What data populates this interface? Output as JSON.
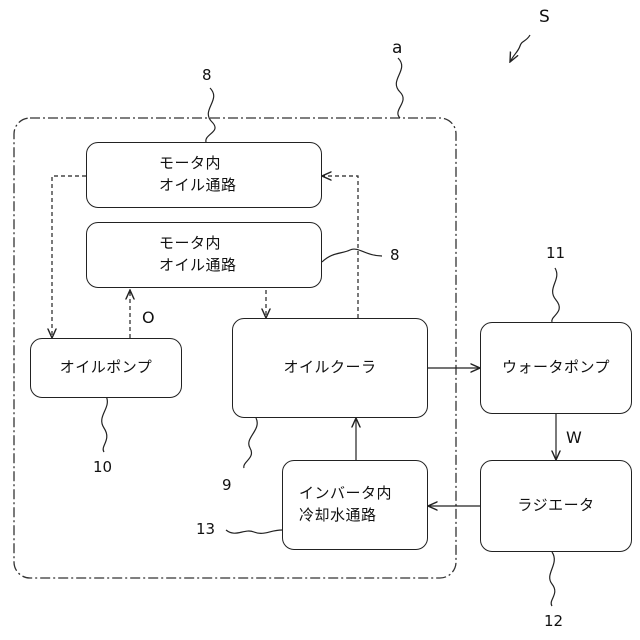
{
  "boxes": {
    "motor_oil_1": {
      "line1": "モータ内",
      "line2": "オイル通路"
    },
    "motor_oil_2": {
      "line1": "モータ内",
      "line2": "オイル通路"
    },
    "oil_pump": {
      "label": "オイルポンプ"
    },
    "oil_cooler": {
      "label": "オイルクーラ"
    },
    "water_pump": {
      "label": "ウォータポンプ"
    },
    "radiator": {
      "label": "ラジエータ"
    },
    "inverter": {
      "line1": "インバータ内",
      "line2": "冷却水通路"
    }
  },
  "labels": {
    "system": "S",
    "unit": "a",
    "ref_8_top": "8",
    "ref_8_right": "8",
    "ref_9": "9",
    "ref_10": "10",
    "ref_11": "11",
    "ref_12": "12",
    "ref_13": "13",
    "oil_flow": "O",
    "water_flow": "W"
  }
}
